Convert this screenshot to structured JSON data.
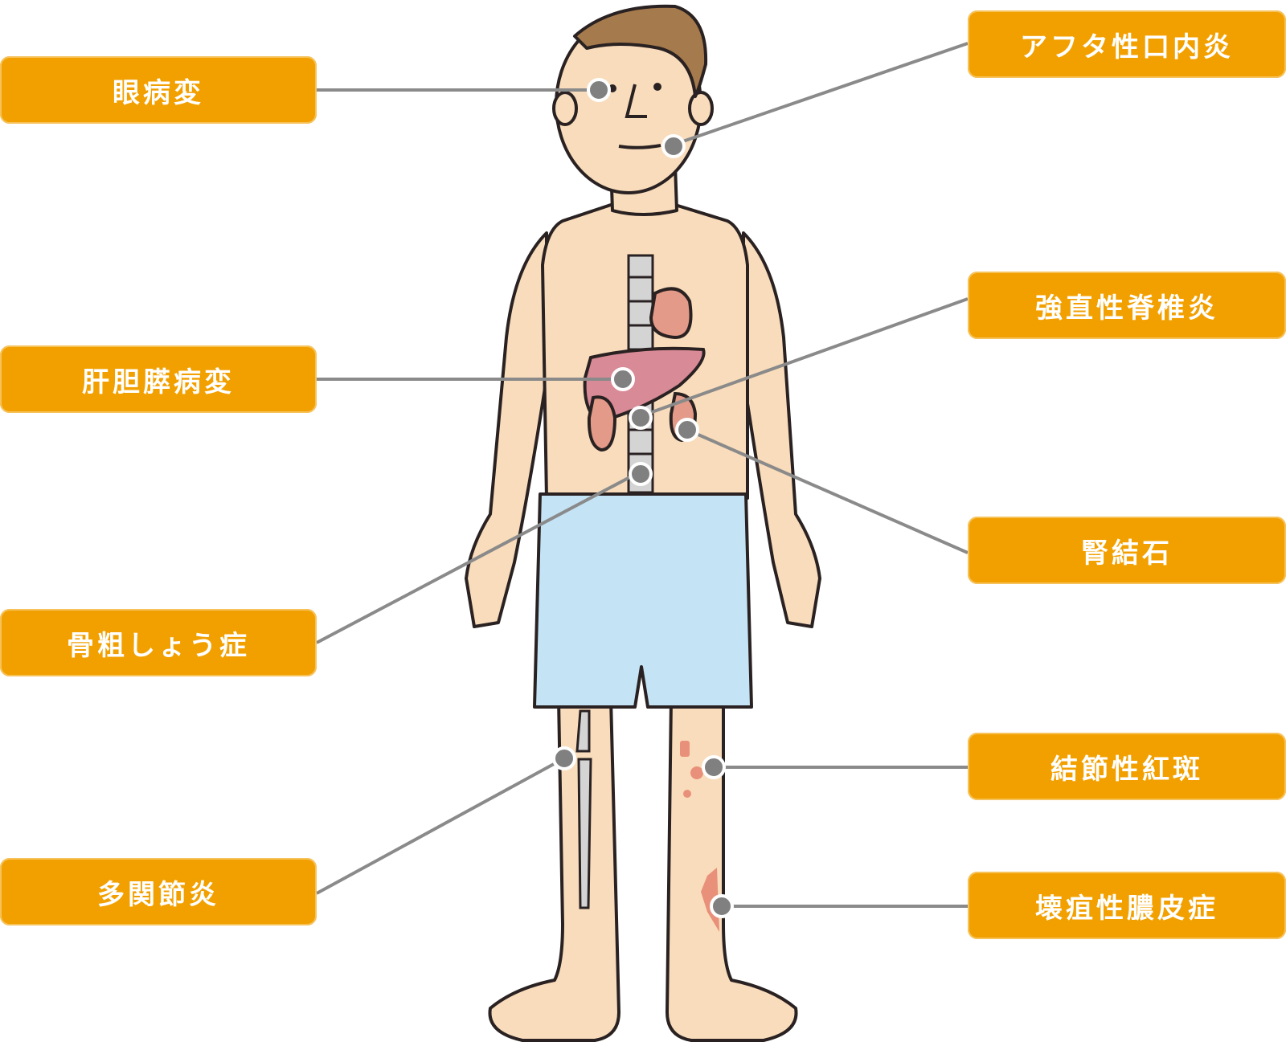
{
  "diagram": {
    "subject": "male-body-figure",
    "colors": {
      "label_bg": "#f2a000",
      "label_text": "#ffffff",
      "connector_line": "#8a8a8a",
      "marker_dot": "#808080",
      "skin": "#f9dcbb",
      "hair": "#a57a4c",
      "shorts": "#c4e4f6",
      "organ_liver": "#d88a96",
      "organ_other": "#e39a88",
      "spine": "#d4d4d4",
      "outline": "#2a2222"
    },
    "labels_left": [
      {
        "id": "eye",
        "text": "眼病変",
        "marker": "eye"
      },
      {
        "id": "hepatobiliary",
        "text": "肝胆膵病変",
        "marker": "liver"
      },
      {
        "id": "osteoporosis",
        "text": "骨粗しょう症",
        "marker": "lower-spine"
      },
      {
        "id": "polyarthritis",
        "text": "多関節炎",
        "marker": "right-knee"
      }
    ],
    "labels_right": [
      {
        "id": "aphthous",
        "text": "アフタ性口内炎",
        "marker": "mouth"
      },
      {
        "id": "ankylosing",
        "text": "強直性脊椎炎",
        "marker": "mid-spine"
      },
      {
        "id": "kidney-stone",
        "text": "腎結石",
        "marker": "kidney"
      },
      {
        "id": "erythema-nodosum",
        "text": "結節性紅斑",
        "marker": "left-shin-upper"
      },
      {
        "id": "pyoderma",
        "text": "壊疽性膿皮症",
        "marker": "left-shin-lower"
      }
    ]
  }
}
